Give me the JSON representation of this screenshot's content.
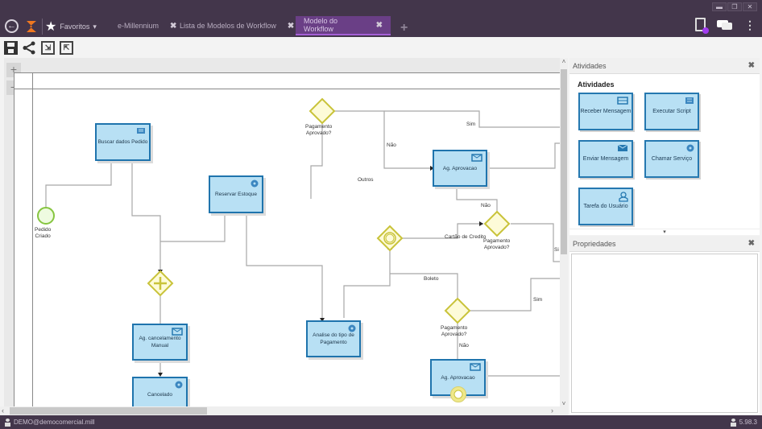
{
  "window": {
    "controls": [
      "minimize",
      "restore",
      "close"
    ]
  },
  "topbar": {
    "favorites_label": "Favoritos",
    "tabs": [
      {
        "label": "e-Millennium",
        "active": false
      },
      {
        "label": "Lista de Modelos de Workflow",
        "active": false
      },
      {
        "label": "Modelo do Workflow",
        "active": true
      }
    ],
    "accent_color": "#a55fd6",
    "notification_dot_color": "#a23cf0"
  },
  "toolbar": {
    "buttons": [
      "save",
      "share",
      "export",
      "import"
    ]
  },
  "canvas": {
    "zoom_in": "+",
    "zoom_out": "−",
    "elements": {
      "start_event": {
        "label_1": "Pedido",
        "label_2": "Criado"
      },
      "task_buscar": {
        "label": "Buscar dados Pedido",
        "icon": "script-icon"
      },
      "task_reservar": {
        "label": "Reservar Estoque",
        "icon": "service-icon"
      },
      "parallel_gateway": {
        "icon": "plus-icon"
      },
      "task_ag_cancelamento": {
        "label_1": "Ag. cancelamento",
        "label_2": "Manual",
        "icon": "envelope-icon"
      },
      "task_cancelado": {
        "label": "Cancelado",
        "icon": "service-icon"
      },
      "gateway_top": {
        "label_1": "Pagamento",
        "label_2": "Aprovado?"
      },
      "task_ag_aprovacao_1": {
        "label": "Ag. Aprovacao",
        "icon": "envelope-icon"
      },
      "event_gateway": {
        "icon": "event-gateway-icon"
      },
      "gateway_mid": {
        "label_1": "Pagamento",
        "label_2": "Aprovado?"
      },
      "task_analise": {
        "label_1": "Analise do tipo de",
        "label_2": "Pagamento",
        "icon": "service-icon"
      },
      "gateway_bottom": {
        "label_1": "Pagamento",
        "label_2": "Aprovado?"
      },
      "task_ag_aprovacao_2": {
        "label": "Ag. Aprovacao",
        "icon": "envelope-icon"
      }
    },
    "flow_labels": {
      "sim_top": "Sim",
      "nao_top": "Não",
      "outros": "Outros",
      "nao_mid": "Não",
      "cartao": "Cartão de Credito",
      "boleto": "Boleto",
      "sim_bottom": "Sim",
      "nao_bottom": "Não",
      "s_partial": "Si"
    }
  },
  "activities_panel": {
    "title": "Atividades",
    "section_title": "Atividades",
    "items": [
      {
        "label": "Receber Mensagem",
        "icon": "inbox-icon"
      },
      {
        "label": "Executar Script",
        "icon": "script-icon"
      },
      {
        "label": "Enviar Mensagem",
        "icon": "envelope-filled-icon"
      },
      {
        "label": "Chamar Serviço",
        "icon": "service-icon"
      },
      {
        "label": "Tarefa do Usuário",
        "icon": "user-icon"
      }
    ]
  },
  "properties_panel": {
    "title": "Propriedades"
  },
  "statusbar": {
    "user": "DEMO@democomercial.mill",
    "version": "5.98.3"
  }
}
